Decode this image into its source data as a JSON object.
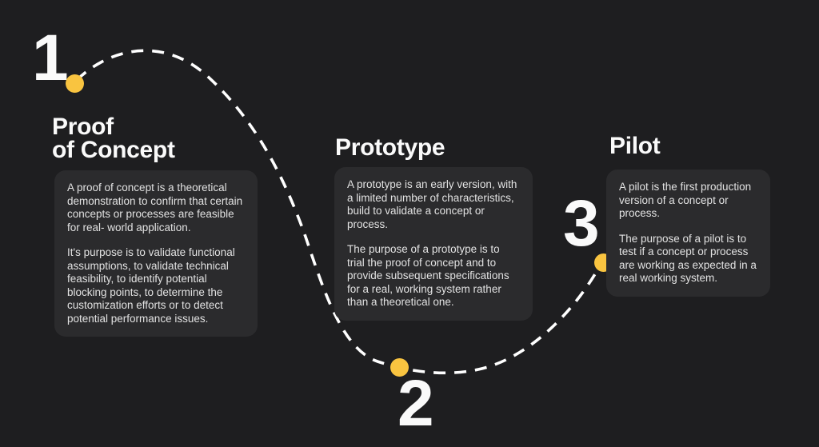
{
  "canvas": {
    "colors": {
      "bg": "#1e1e20",
      "card": "#2b2b2d",
      "accent": "#f9c440",
      "heading": "#fafafa",
      "body-text": "#e2e2e2",
      "curve": "#ffffff"
    }
  },
  "stages": [
    {
      "number": "1",
      "title_lines": [
        "Proof",
        "of Concept"
      ],
      "body": [
        "A proof of concept is a theoretical demonstration to confirm that certain concepts or processes are feasible for real- world application.",
        "It's purpose is to validate functional assumptions, to validate technical feasibility, to identify potential blocking points, to determine the customization efforts or to detect potential performance issues."
      ]
    },
    {
      "number": "2",
      "title_lines": [
        "Prototype"
      ],
      "body": [
        "A prototype is an early version, with a limited number of characteristics, build to validate a concept or process.",
        "The purpose of a prototype is to trial the proof of concept and to provide subsequent specifications for a real, working system rather than a theoretical one."
      ]
    },
    {
      "number": "3",
      "title_lines": [
        "Pilot"
      ],
      "body": [
        "A pilot is the first production version of a concept or process.",
        "The purpose of a pilot is to test if a concept or process are working as expected in a real working system."
      ]
    }
  ]
}
